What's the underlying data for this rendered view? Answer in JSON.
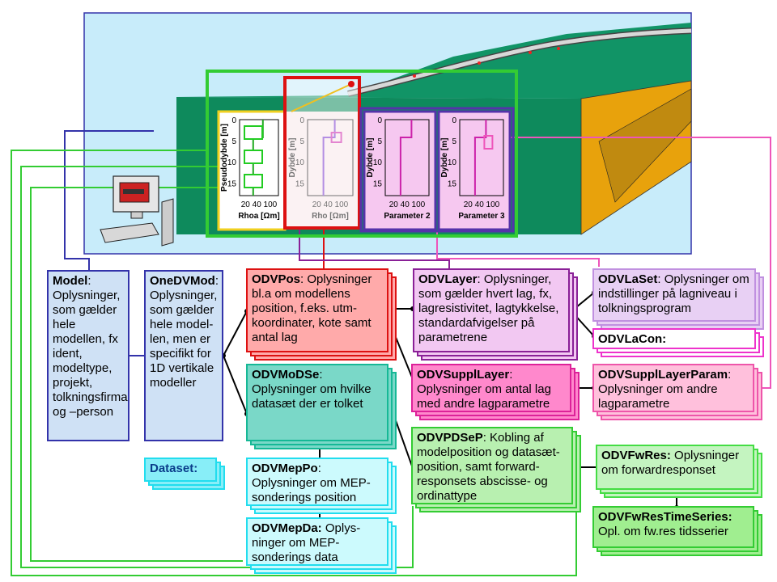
{
  "panels": [
    {
      "id": "rhoa",
      "ylabel": "Pseudodybde [m]",
      "xticks": "20 40 100",
      "xlabel": "Rhoa [Ωm]"
    },
    {
      "id": "rho",
      "ylabel": "Dybde [m]",
      "xticks": "20 40 100",
      "xlabel": "Rho [Ωm]"
    },
    {
      "id": "p2",
      "ylabel": "Dybde [m]",
      "xticks": "20 40 100",
      "xlabel": "Parameter 2"
    },
    {
      "id": "p3",
      "ylabel": "Dybde [m]",
      "xticks": "20 40 100",
      "xlabel": "Parameter 3"
    }
  ],
  "yticks": [
    "0",
    "5",
    "10",
    "15"
  ],
  "boxes": {
    "model": {
      "title": "Model",
      "text": ": Oplysninger, som gælder hele modellen, fx ident, modeltype, projekt, tolkningsfirma og –person"
    },
    "onedvmod": {
      "title": "OneDVMod",
      "text": ": Oplysninger, som gælder hele model-len, men er specifikt for 1D vertikale modeller"
    },
    "dataset": {
      "title": "Dataset:",
      "text": ""
    },
    "odvpos": {
      "title": "ODVPos",
      "text": ": Oplysninger bl.a om modellens position, f.eks. utm-koordinater, kote samt antal lag"
    },
    "odvlayer": {
      "title": "ODVLayer",
      "text": ": Oplysninger, som gælder hvert lag, fx, lagresistivitet, lagtykkelse, standardafvigelser på parametrene"
    },
    "odvlaset": {
      "title": "ODVLaSet",
      "text": ": Oplysninger om indstillinger på lagniveau i tolkningsprogram"
    },
    "odvlacon": {
      "title": "ODVLaCon:",
      "text": ""
    },
    "odvmodse": {
      "title": "ODVMoDSe",
      "text": ": Oplysninger om hvilke datasæt der er tolket"
    },
    "odvsupp": {
      "title": "ODVSupplLayer",
      "text": ": Oplysninger om antal lag med andre lagparametre"
    },
    "odvsuppparam": {
      "title": "ODVSupplLayerParam",
      "text": ": Oplysninger om andre lagparametre"
    },
    "odvmeppo": {
      "title": "ODVMepPo",
      "text": ": Oplysninger om MEP-sonderings position"
    },
    "odvpdsep": {
      "title": "ODVPDSeP",
      "text": ": Kobling af modelposition og datasæt-position, samt forward-responsets abscisse- og ordinattype"
    },
    "odvfwres": {
      "title": "ODVFwRes:",
      "text": " Oplysninger om forwardresponset"
    },
    "odvfwrests": {
      "title": "ODVFwResTimeSeries:",
      "text": " Opl. om fw.res tidsserier"
    },
    "odvmepda": {
      "title": "ODVMepDa:",
      "text": " Oplys-ninger om MEP-sonderings data"
    }
  },
  "colors": {
    "sky": "#c8ecfa",
    "terrain": "#119466",
    "orange": "#e8a20c",
    "model": "#3333aa",
    "pos": "#dd1111",
    "layer": "#8a2097",
    "mod": "#16b896",
    "green": "#33cc33",
    "pink": "#ee55bb",
    "cyan": "#22ddee"
  }
}
